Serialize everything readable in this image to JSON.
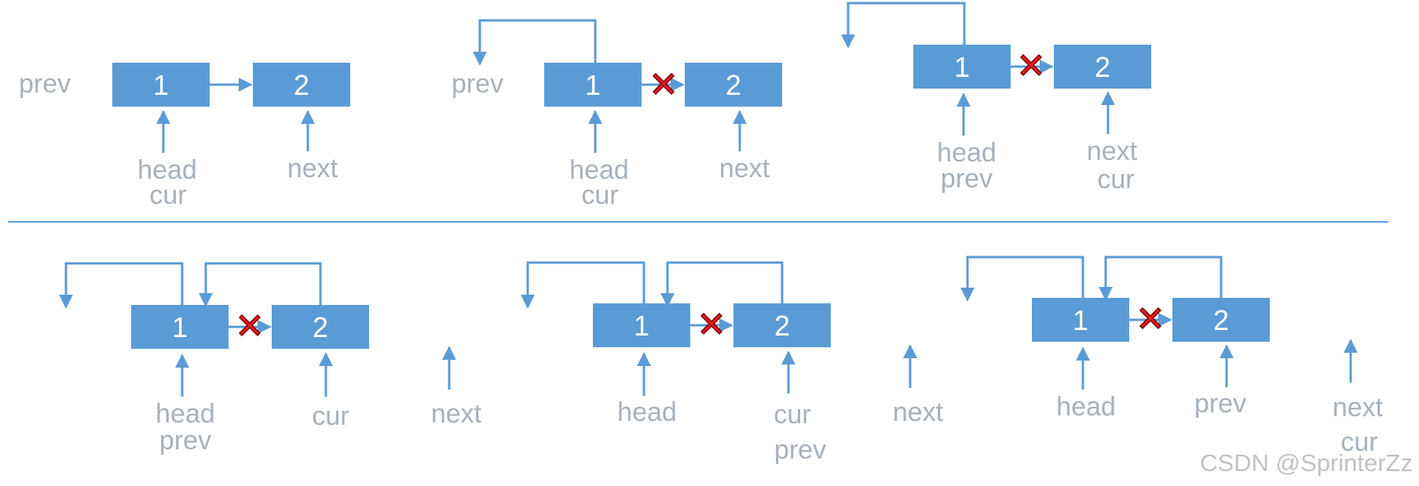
{
  "colors": {
    "node_fill": "#5b9bd5",
    "node_text": "#ffffff",
    "arrow": "#5b9bd5",
    "label": "#a7b1bb",
    "divider": "#5b9bd5",
    "cross_fill": "#e8191d",
    "watermark": "#c2c2c2"
  },
  "node_labels": {
    "first": "1",
    "second": "2"
  },
  "labels": {
    "prev": "prev",
    "head": "head",
    "cur": "cur",
    "next": "next"
  },
  "watermark": "CSDN @SprinterZz"
}
